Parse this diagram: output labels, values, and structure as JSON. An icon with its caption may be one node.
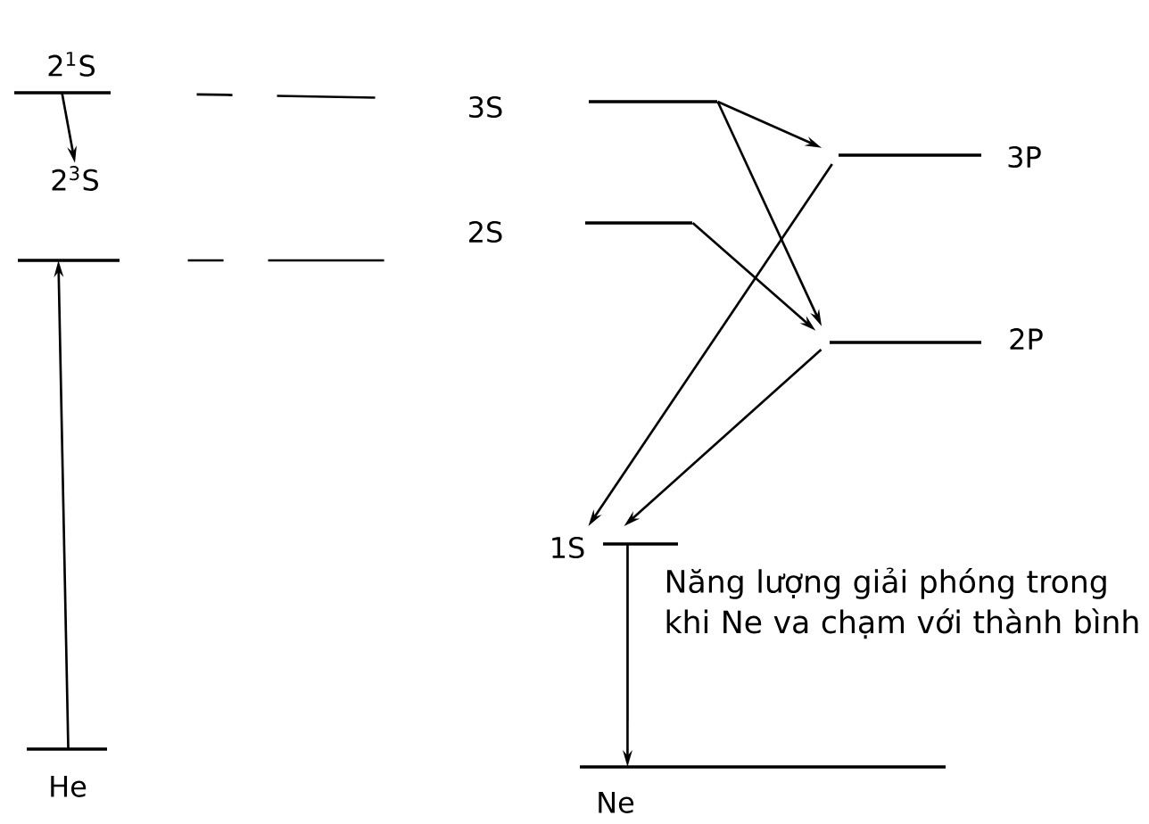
{
  "diagram": {
    "nodes": [
      {
        "text": [
          "2$^{1}$S"
        ]
      },
      {
        "text": [
          "2$^{3}$S"
        ]
      },
      {
        "text": [
          "He"
        ]
      },
      {
        "text": [
          "3S"
        ]
      },
      {
        "text": [
          "2S"
        ]
      },
      {
        "text": [
          "3P"
        ]
      },
      {
        "text": [
          "2P"
        ]
      },
      {
        "text": [
          "1S"
        ]
      },
      {
        "text": [
          "Ne"
        ]
      }
    ],
    "edges": [
      {
        "from": 0,
        "to": 1,
        "arrow": "to"
      },
      {
        "from": 2,
        "to": 1,
        "arrow": "to"
      },
      {
        "from": 0,
        "to": 3,
        "arrow": "none",
        "style": "dashed"
      },
      {
        "from": 1,
        "to": 4,
        "arrow": "none",
        "style": "dashed"
      },
      {
        "from": 3,
        "to": 5,
        "arrow": "to"
      },
      {
        "from": 3,
        "to": 6,
        "arrow": "to"
      },
      {
        "from": 4,
        "to": 6,
        "arrow": "to"
      },
      {
        "from": 5,
        "to": 7,
        "arrow": "to"
      },
      {
        "from": 6,
        "to": 7,
        "arrow": "to"
      },
      {
        "from": 7,
        "to": 8,
        "arrow": "to"
      }
    ],
    "labels": [
      "Năng lượng giải phóng trong khi Ne va chạm với thành bình"
    ]
  }
}
